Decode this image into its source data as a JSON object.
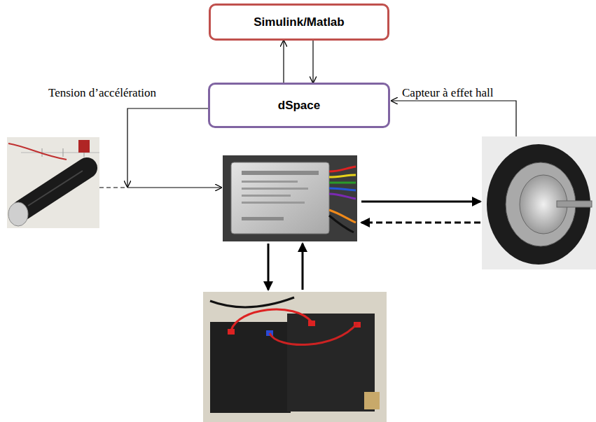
{
  "diagram": {
    "nodes": [
      {
        "text": [
          "Simulink/Matlab"
        ]
      },
      {
        "text": [
          "dSpace"
        ]
      }
    ],
    "edges": [
      {
        "from": 1,
        "to": 0,
        "arrow": "to"
      },
      {
        "from": 0,
        "to": 1,
        "arrow": "to"
      }
    ],
    "labels": [
      "Tension d’accélération",
      "Capteur à effet hall"
    ]
  }
}
